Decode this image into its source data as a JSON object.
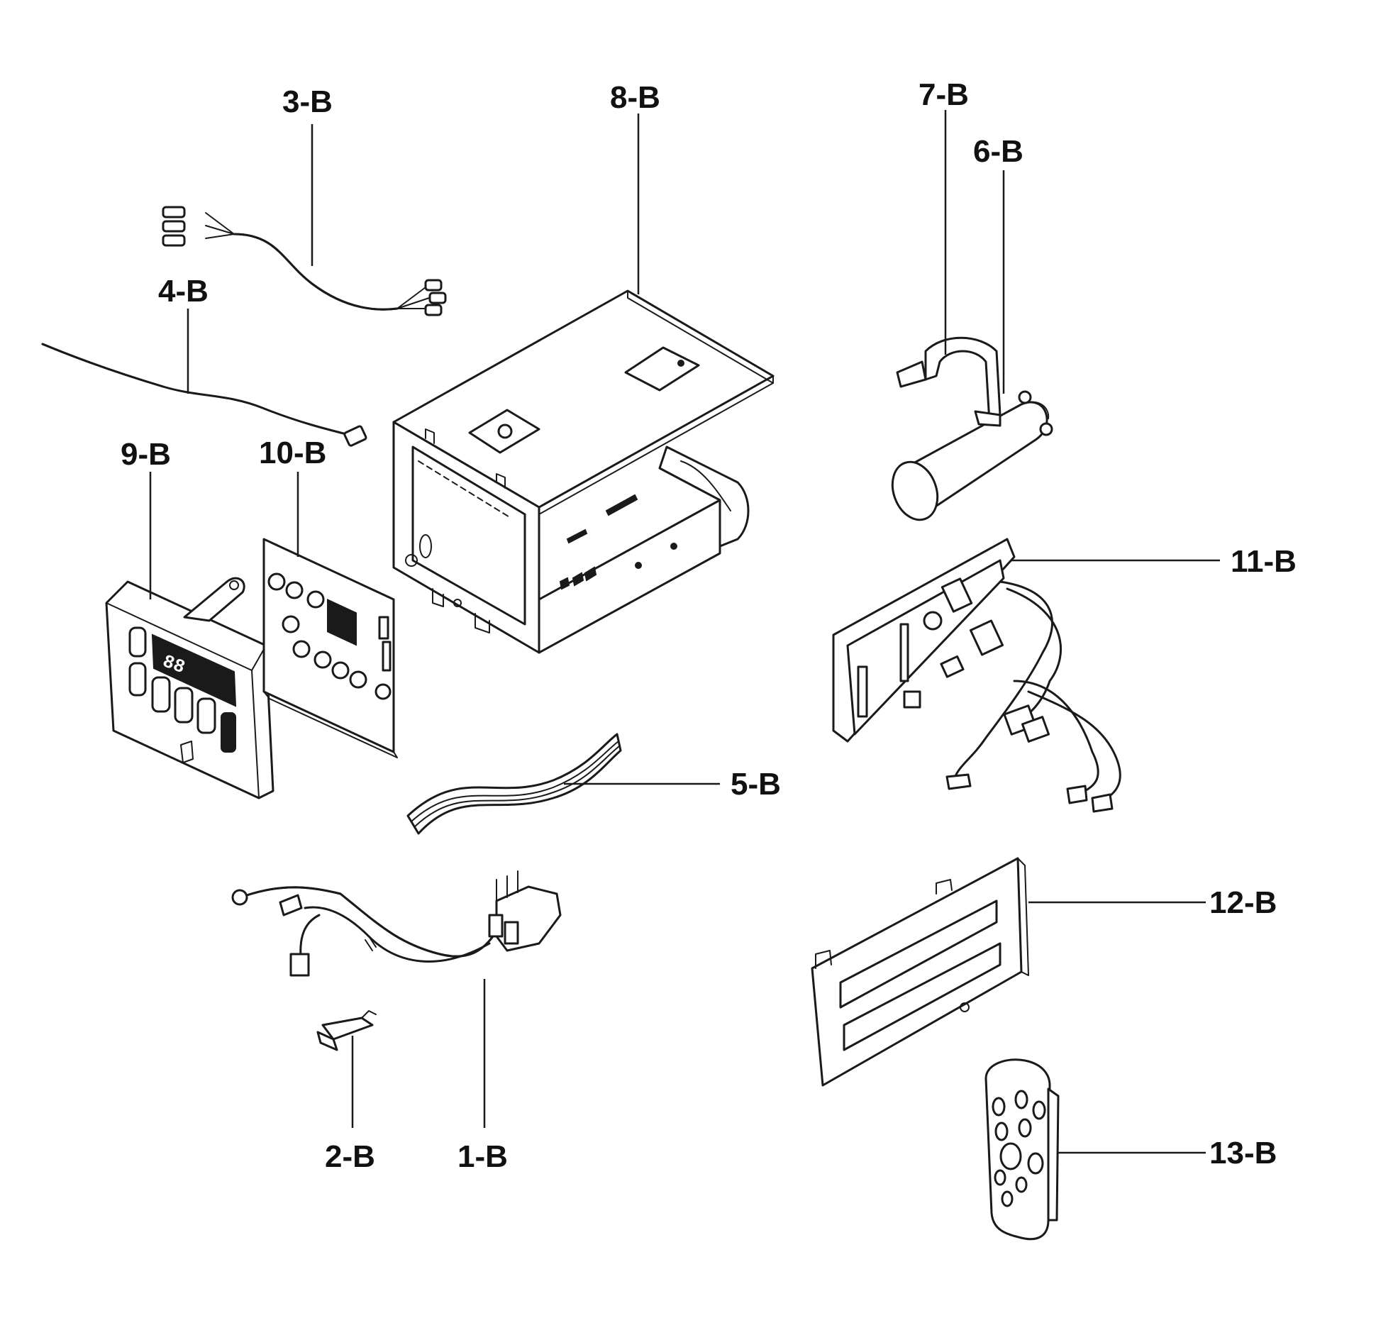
{
  "labels": {
    "p1": "1-B",
    "p2": "2-B",
    "p3": "3-B",
    "p4": "4-B",
    "p5": "5-B",
    "p6": "6-B",
    "p7": "7-B",
    "p8": "8-B",
    "p9": "9-B",
    "p10": "10-B",
    "p11": "11-B",
    "p12": "12-B",
    "p13": "13-B"
  },
  "display": {
    "digits": "88"
  }
}
